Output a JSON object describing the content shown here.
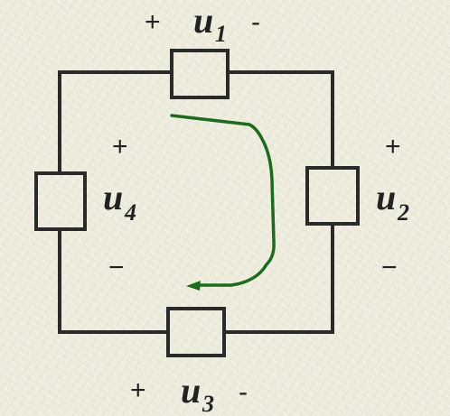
{
  "colors": {
    "wire": "#2a2a2a",
    "arrow": "#1e6b1e",
    "text": "#222222"
  },
  "labels": {
    "u1": {
      "letter": "u",
      "sub": "1",
      "plus": "+",
      "minus": "-"
    },
    "u2": {
      "letter": "u",
      "sub": "2",
      "plus": "+",
      "minus": "−"
    },
    "u3": {
      "letter": "u",
      "sub": "3",
      "plus": "+",
      "minus": "-"
    },
    "u4": {
      "letter": "u",
      "sub": "4",
      "plus": "+",
      "minus": "−"
    }
  }
}
